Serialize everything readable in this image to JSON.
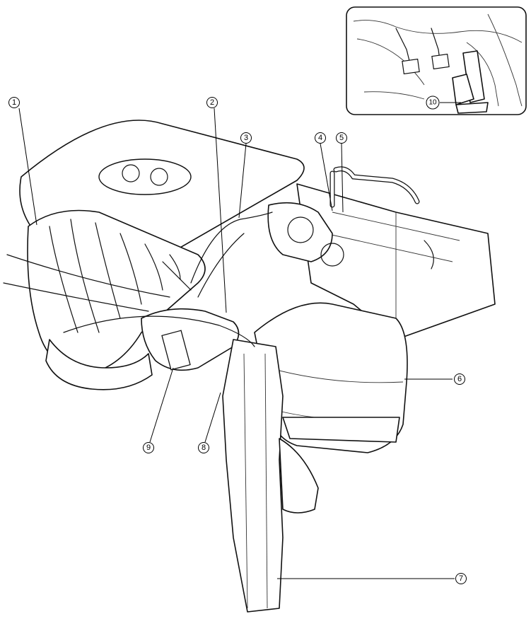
{
  "callouts": [
    {
      "id": "c1",
      "label": "1"
    },
    {
      "id": "c2",
      "label": "2"
    },
    {
      "id": "c3",
      "label": "3"
    },
    {
      "id": "c4",
      "label": "4"
    },
    {
      "id": "c5",
      "label": "5"
    },
    {
      "id": "c6",
      "label": "6"
    },
    {
      "id": "c7",
      "label": "7"
    },
    {
      "id": "c8",
      "label": "8"
    },
    {
      "id": "c9",
      "label": "9"
    },
    {
      "id": "c10",
      "label": "10"
    }
  ],
  "icons": {
    "inset": "pedal-assembly-inset-icon",
    "engine": "engine-intake-system-icon"
  }
}
